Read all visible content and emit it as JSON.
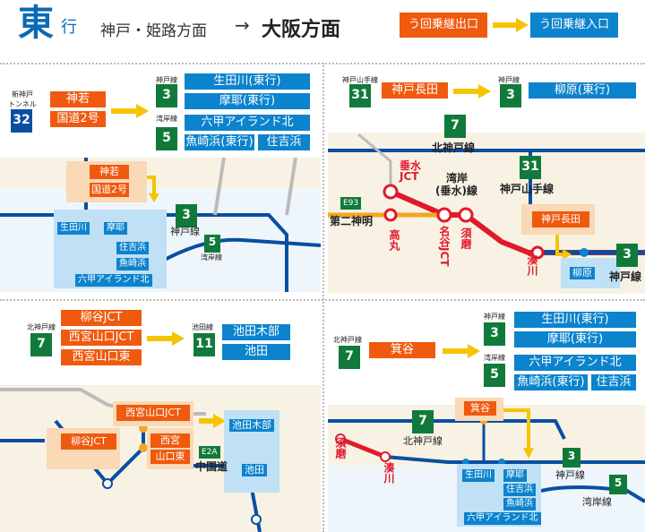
{
  "header": {
    "direction_kanji": "東",
    "direction_suffix": "行",
    "route_from": "神戸・姫路方面",
    "route_arrow": "→",
    "route_to": "大阪方面",
    "legend_exit": "う回乗継出口",
    "legend_entry": "う回乗継入口"
  },
  "colors": {
    "exit": "#ef5a0f",
    "entry": "#0c83cd",
    "route_shield": "#117a3b",
    "arrow": "#f5c400",
    "road_blue": "#0a4ea3",
    "detour_red": "#e01a2b"
  },
  "panel_tl": {
    "origin_line_label": "新神戸\nトンネル",
    "origin_route": "32",
    "exits": [
      "神若",
      "国道2号"
    ],
    "line3_label": "神戸線",
    "line3_num": "3",
    "line5_label": "湾岸線",
    "line5_num": "5",
    "entries_3": [
      "生田川(東行)",
      "摩耶(東行)"
    ],
    "entries_5_top": "六甲アイランド北",
    "entries_5_bottom": [
      "魚崎浜(東行)",
      "住吉浜"
    ],
    "map": {
      "exit_1": "神若",
      "exit_2": "国道2号",
      "chip_ikuta": "生田川",
      "chip_maya": "摩耶",
      "chip_sumiyoshi": "住吉浜",
      "chip_uozaki": "魚崎浜",
      "chip_rokko": "六甲アイランド北",
      "shield3": "3",
      "line3": "神戸線",
      "shield5": "5",
      "line5": "湾岸線"
    }
  },
  "panel_tr": {
    "origin_line_label": "神戸山手線",
    "origin_route": "31",
    "exit": "神戸長田",
    "dest_line_label": "神戸線",
    "dest_route": "3",
    "entry": "柳原(東行)",
    "map": {
      "shield7": "7",
      "line7": "北神戸線",
      "jct_tarumi_1": "垂水",
      "jct_tarumi_2": "JCT",
      "wangan": "湾岸",
      "wangan_sub": "(垂水)線",
      "shield31": "31",
      "line31": "神戸山手線",
      "e93": "E93",
      "daini": "第二神明",
      "takamaru": "高丸",
      "nagatani": "名谷JCT",
      "suma": "須磨",
      "exit_nagata": "神戸長田",
      "minatogawa": "湊川",
      "chip_yanagihara": "柳原",
      "shield3": "3",
      "line3": "神戸線"
    }
  },
  "panel_bl": {
    "origin_line_label": "北神戸線",
    "origin_route": "7",
    "exits": [
      "柳谷JCT",
      "西宮山口JCT",
      "西宮山口東"
    ],
    "dest_line_label": "池田線",
    "dest_route": "11",
    "entries": [
      "池田木部",
      "池田"
    ],
    "map": {
      "exit_nishinomiya_jct": "西宮山口JCT",
      "exit_yanagitani": "柳谷JCT",
      "exit_nishinomiya_e1": "西宮",
      "exit_nishinomiya_e2": "山口東",
      "chip_kibe": "池田木部",
      "chip_ikeda": "池田",
      "e2a": "E2A",
      "chugoku": "中国道"
    }
  },
  "panel_br": {
    "origin_line_label": "北神戸線",
    "origin_route": "7",
    "exit": "箕谷",
    "line3_label": "神戸線",
    "line3_num": "3",
    "line5_label": "湾岸線",
    "line5_num": "5",
    "entries_3": [
      "生田川(東行)",
      "摩耶(東行)"
    ],
    "entries_5_top": "六甲アイランド北",
    "entries_5_bottom": [
      "魚崎浜(東行)",
      "住吉浜"
    ],
    "map": {
      "exit_minotani": "箕谷",
      "shield7": "7",
      "line7": "北神戸線",
      "suma": "須磨",
      "minatogawa": "湊川",
      "chip_ikuta": "生田川",
      "chip_maya": "摩耶",
      "chip_sumiyoshi": "住吉浜",
      "chip_uozaki": "魚崎浜",
      "chip_rokko": "六甲アイランド北",
      "shield3": "3",
      "line3": "神戸線",
      "shield5": "5",
      "line5": "湾岸線"
    }
  }
}
